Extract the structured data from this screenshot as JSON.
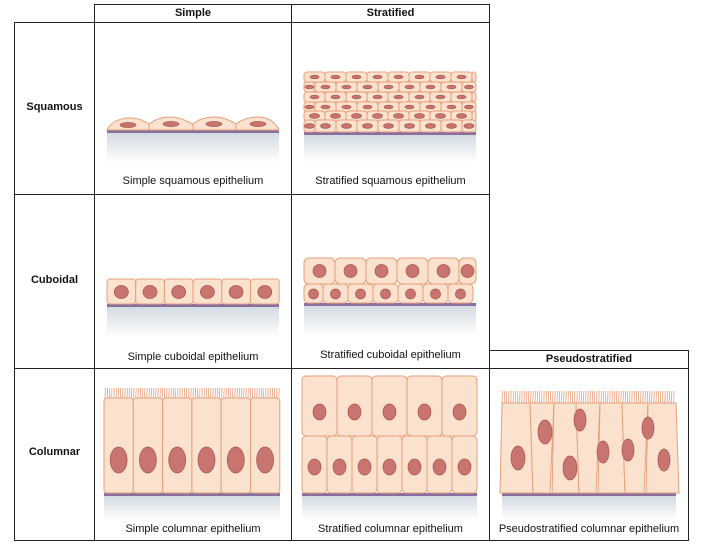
{
  "columns": [
    "Simple",
    "Stratified",
    "Pseudostratified"
  ],
  "rows": [
    "Squamous",
    "Cuboidal",
    "Columnar"
  ],
  "captions": {
    "simple_squamous": "Simple squamous epithelium",
    "stratified_squamous": "Stratified squamous epithelium",
    "simple_cuboidal": "Simple cuboidal epithelium",
    "stratified_cuboidal": "Stratified cuboidal epithelium",
    "simple_columnar": "Simple columnar epithelium",
    "stratified_columnar": "Stratified columnar epithelium",
    "pseudostratified_columnar": "Pseudostratified columnar epithelium"
  },
  "colors": {
    "cell_fill": "#fbe2cf",
    "cell_stroke": "#e5a07a",
    "nucleus_fill": "#c9756f",
    "nucleus_stroke": "#a8554f",
    "basement": "#8a6f9e",
    "connective": "#dde4ea",
    "grid_line": "#222222"
  }
}
